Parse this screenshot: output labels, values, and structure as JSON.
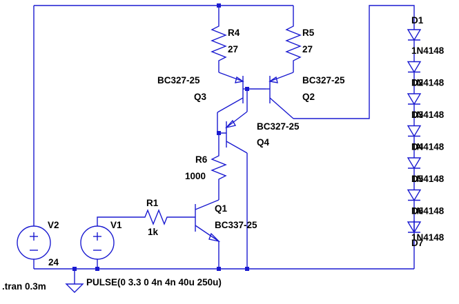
{
  "components": {
    "r4": {
      "ref": "R4",
      "value": "27"
    },
    "r5": {
      "ref": "R5",
      "value": "27"
    },
    "r6": {
      "ref": "R6",
      "value": "1000"
    },
    "r1": {
      "ref": "R1",
      "value": "1k"
    },
    "q3": {
      "ref": "Q3",
      "model": "BC327-25"
    },
    "q2": {
      "ref": "Q2",
      "model": "BC327-25"
    },
    "q4": {
      "ref": "Q4",
      "model": "BC327-25"
    },
    "q1": {
      "ref": "Q1",
      "model": "BC337-25"
    },
    "v1": {
      "ref": "V1",
      "value": "PULSE(0 3.3 0 4n 4n 40u 250u)"
    },
    "v2": {
      "ref": "V2",
      "value": "24"
    },
    "diodes": [
      {
        "ref": "D1",
        "model": "1N4148"
      },
      {
        "ref": "D2",
        "model": "1N4148"
      },
      {
        "ref": "D3",
        "model": "1N4148"
      },
      {
        "ref": "D4",
        "model": "1N4148"
      },
      {
        "ref": "D5",
        "model": "1N4148"
      },
      {
        "ref": "D6",
        "model": "1N4148"
      },
      {
        "ref": "D7",
        "model": "1N4148"
      }
    ]
  },
  "directive": ".tran 0.3m",
  "colors": {
    "wire": "#1a1ad0",
    "text": "#000000"
  }
}
